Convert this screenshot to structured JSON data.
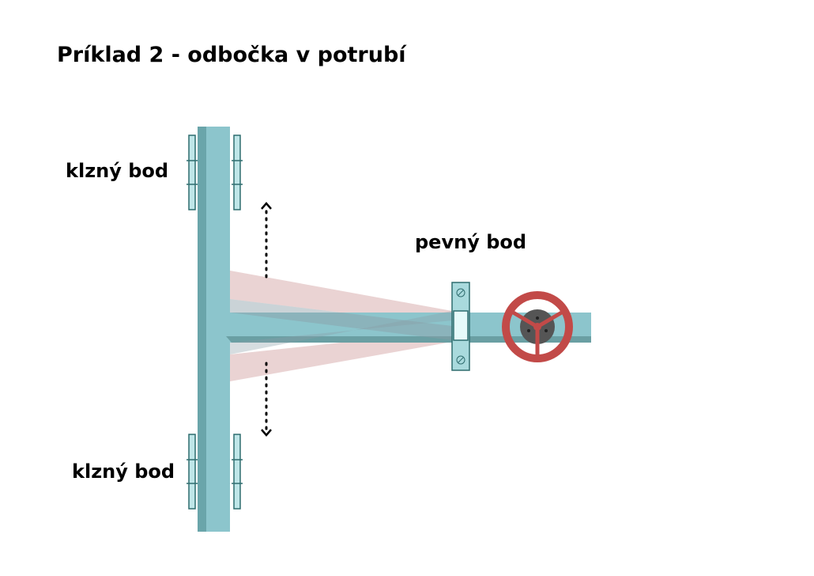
{
  "title": "Príklad 2 - odbočka v potrubí",
  "labels": {
    "sliding_point_top": "klzný bod",
    "sliding_point_bottom": "klzný bod",
    "fixed_point": "pevný bod"
  },
  "colors": {
    "pipe": "#8cc5cc",
    "pipe_dark": "#5f9a9e",
    "deflection_shadow": "#e6caca",
    "valve_wheel": "#c24a48",
    "valve_hub": "#555555"
  }
}
